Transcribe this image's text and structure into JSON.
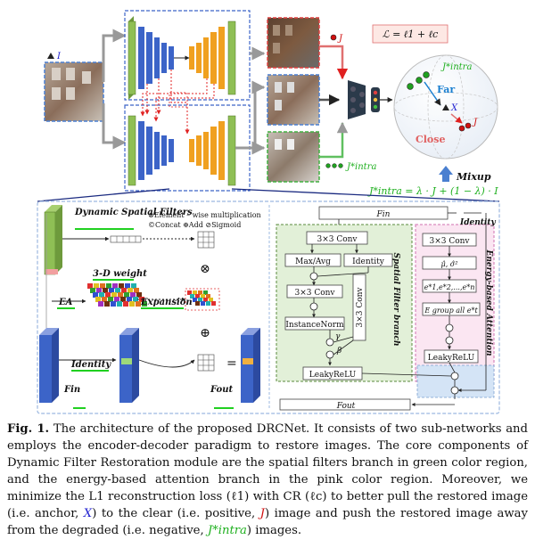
{
  "top": {
    "loss": "ℒ = ℓ1 + ℓc",
    "j_label": "J",
    "i_label": "I",
    "j_intra_top": "J*intra",
    "j_intra_bottom": "J*intra",
    "far": "Far",
    "close": "Close",
    "x_label": "X",
    "j_sphere": "J",
    "mixup": "Mixup",
    "mixup_eq": "J*intra = λ · J + (1 − λ) · I"
  },
  "left_panel": {
    "dynamic_spatial_filters": "Dynamic Spatial Filters",
    "legend": [
      "⊗Element – wise multiplication",
      "©Concat ⊕Add ⊘Sigmoid"
    ],
    "three_d_weight": "3-D weight",
    "ea": "EA",
    "expansion": "Expansion",
    "identity": "Identity",
    "f_in": "Fin",
    "f_out": "Fout",
    "otimes": "⊗",
    "oplus": "⊕",
    "equals": "="
  },
  "right_panel": {
    "f_in": "Fin",
    "f_out": "Fout",
    "conv_top": "3×3 Conv",
    "maxavg": "Max/Avg",
    "identity_box": "Identity",
    "conv_mid": "3×3 Conv",
    "conv_vert": "3×3 Conv",
    "instancenorm": "InstanceNorm",
    "gamma": "γ",
    "beta": "β",
    "leakyrelu_left": "LeakyReLU",
    "spatial_branch": "Spatial Filter branch",
    "identity_title": "Identity",
    "conv_right": "3×3 Conv",
    "mu_sigma": "μ̂, σ̂²",
    "e_list": "e*1,e*2,...,e*n",
    "e_group": "E group all e*t",
    "leakyrelu_right": "LeakyReLU",
    "energy_branch": "Energy-based Attention"
  },
  "caption": {
    "label": "Fig. 1.",
    "part1": "The architecture of the proposed DRCNet. It consists of two sub-networks and employs the encoder-decoder paradigm to restore images. The core components of Dynamic Filter Restoration module are the spatial filters branch in green color region, and the energy-based attention branch in the pink color region. Moreover, we minimize the L1 reconstruction loss (ℓ1) with CR (ℓc) to better pull the restored image (i.e. anchor,",
    "x": "X",
    "part2": ") to the clear (i.e. positive,",
    "j": "J",
    "part3": ") image and push the restored image away from the degraded (i.e. negative,",
    "jintra": "J*intra",
    "part4": ") images."
  },
  "colors": {
    "encoder_blue": "#3c64c8",
    "decoder_orange": "#f0a020",
    "skip_green": "#6e9a3c",
    "spatial_green": "#e2f0d8",
    "energy_pink": "#fbe6f2",
    "red": "#d01010",
    "green": "#20b020"
  }
}
